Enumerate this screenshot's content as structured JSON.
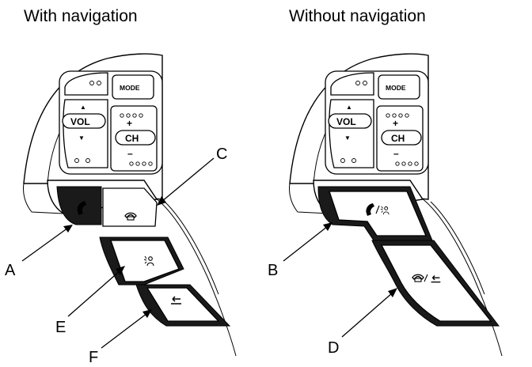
{
  "titles": {
    "left": "With navigation",
    "right": "Without navigation"
  },
  "buttons": {
    "mode": "MODE",
    "vol": "VOL",
    "ch": "CH",
    "plus": "+",
    "minus": "–",
    "up": "▲",
    "down": "▼"
  },
  "callouts": {
    "a": "A",
    "b": "B",
    "c": "C",
    "d": "D",
    "e": "E",
    "f": "F"
  },
  "icons": {
    "pickup": "phone-pickup-icon",
    "hangup": "phone-hangup-icon",
    "talk": "voice-talk-icon",
    "back": "back-arrow-icon",
    "pickup_talk": "pickup-talk-combo-icon",
    "hangup_back": "hangup-back-combo-icon"
  },
  "colors": {
    "line": "#000000",
    "background": "#ffffff",
    "button_dark": "#1a1a1a"
  }
}
